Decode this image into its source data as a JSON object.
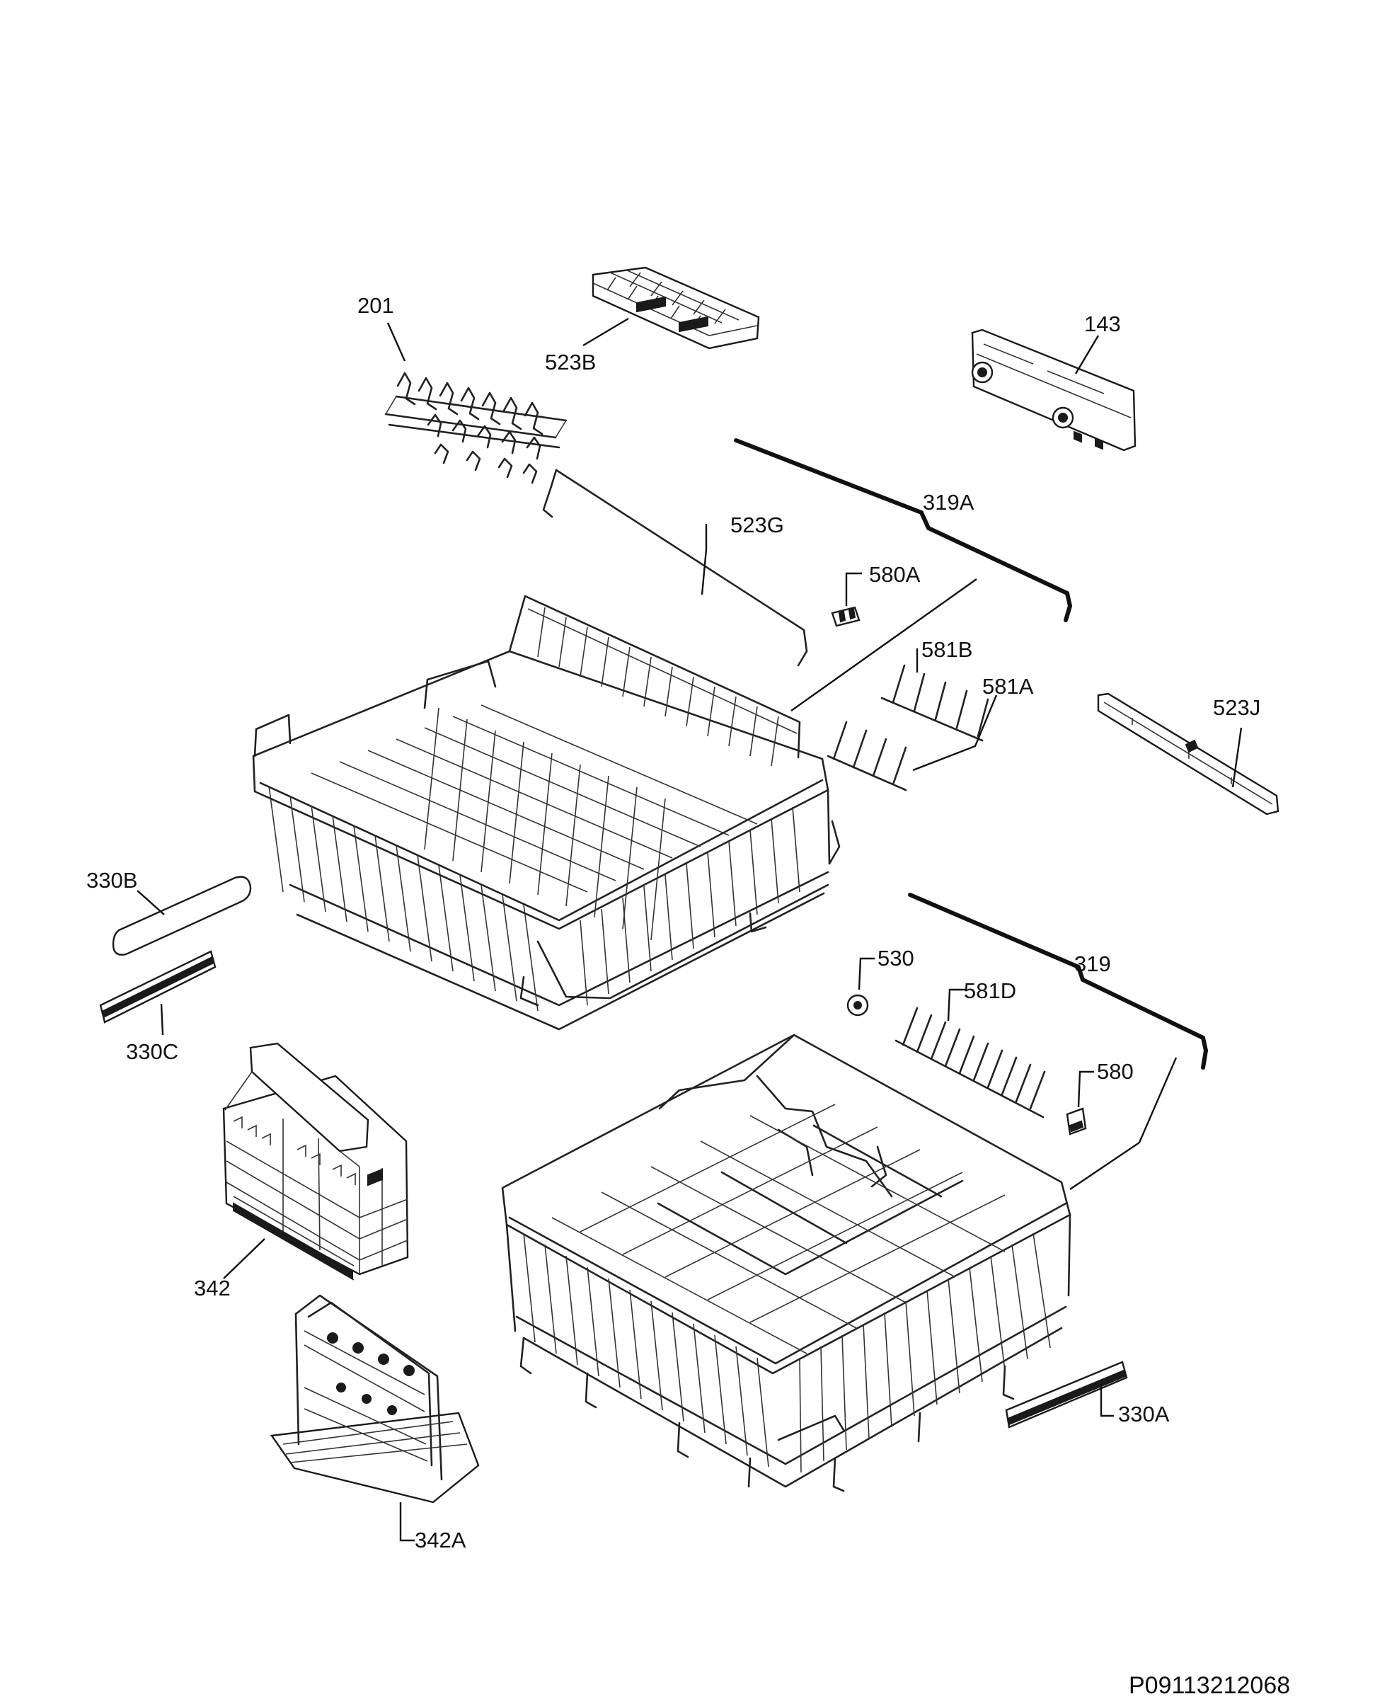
{
  "diagram": {
    "document_code": "P09113212068",
    "part_labels": {
      "p201": "201",
      "p523B": "523B",
      "p143": "143",
      "p319A": "319A",
      "p523G": "523G",
      "p580A": "580A",
      "p581B": "581B",
      "p581A": "581A",
      "p523J": "523J",
      "p330B": "330B",
      "p330C": "330C",
      "p530": "530",
      "p319": "319",
      "p581D": "581D",
      "p580": "580",
      "p342": "342",
      "p342A": "342A",
      "p330A": "330A"
    },
    "colors": {
      "line": "#111111",
      "background": "#ffffff"
    }
  }
}
